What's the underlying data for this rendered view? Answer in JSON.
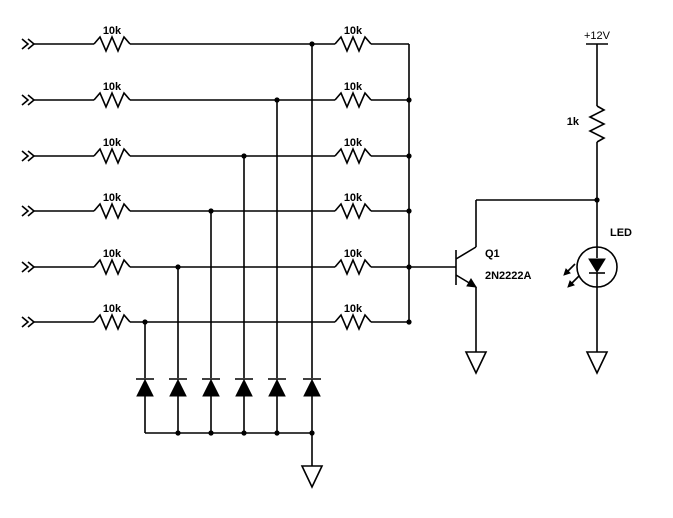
{
  "input_resistor_label": "10k",
  "pullup_resistor_label": "10k",
  "collector_resistor_label": "1k",
  "supply_label": "+12V",
  "led_label": "LED",
  "transistor": {
    "ref": "Q1",
    "part": "2N2222A"
  },
  "rows": 6,
  "diodes": 6
}
